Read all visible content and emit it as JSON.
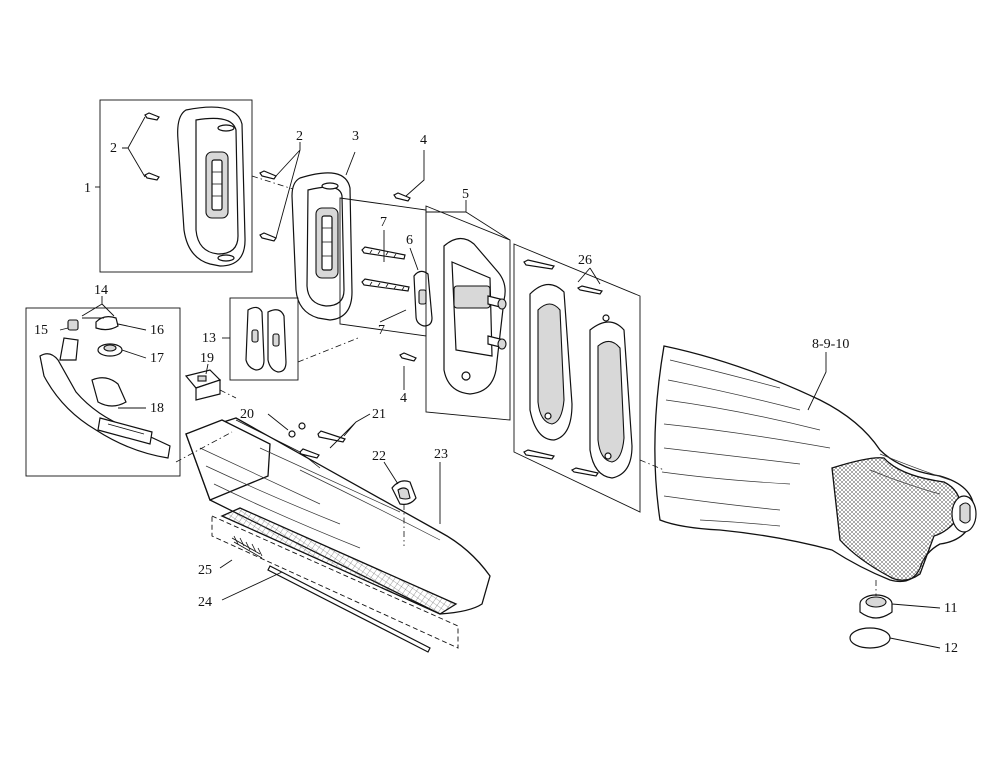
{
  "callouts": {
    "c1": "1",
    "c2a": "2",
    "c2b": "2",
    "c3": "3",
    "c4a": "4",
    "c4b": "4",
    "c5": "5",
    "c6": "6",
    "c7a": "7",
    "c7b": "7",
    "c8_9_10": "8-9-10",
    "c11": "11",
    "c12": "12",
    "c13": "13",
    "c14": "14",
    "c15": "15",
    "c16": "16",
    "c17": "17",
    "c18": "18",
    "c19": "19",
    "c20": "20",
    "c21": "21",
    "c22": "22",
    "c23": "23",
    "c24": "24",
    "c25": "25",
    "c26": "26"
  },
  "colors": {
    "line": "#111111",
    "background": "#ffffff",
    "checkering": "#555555"
  }
}
